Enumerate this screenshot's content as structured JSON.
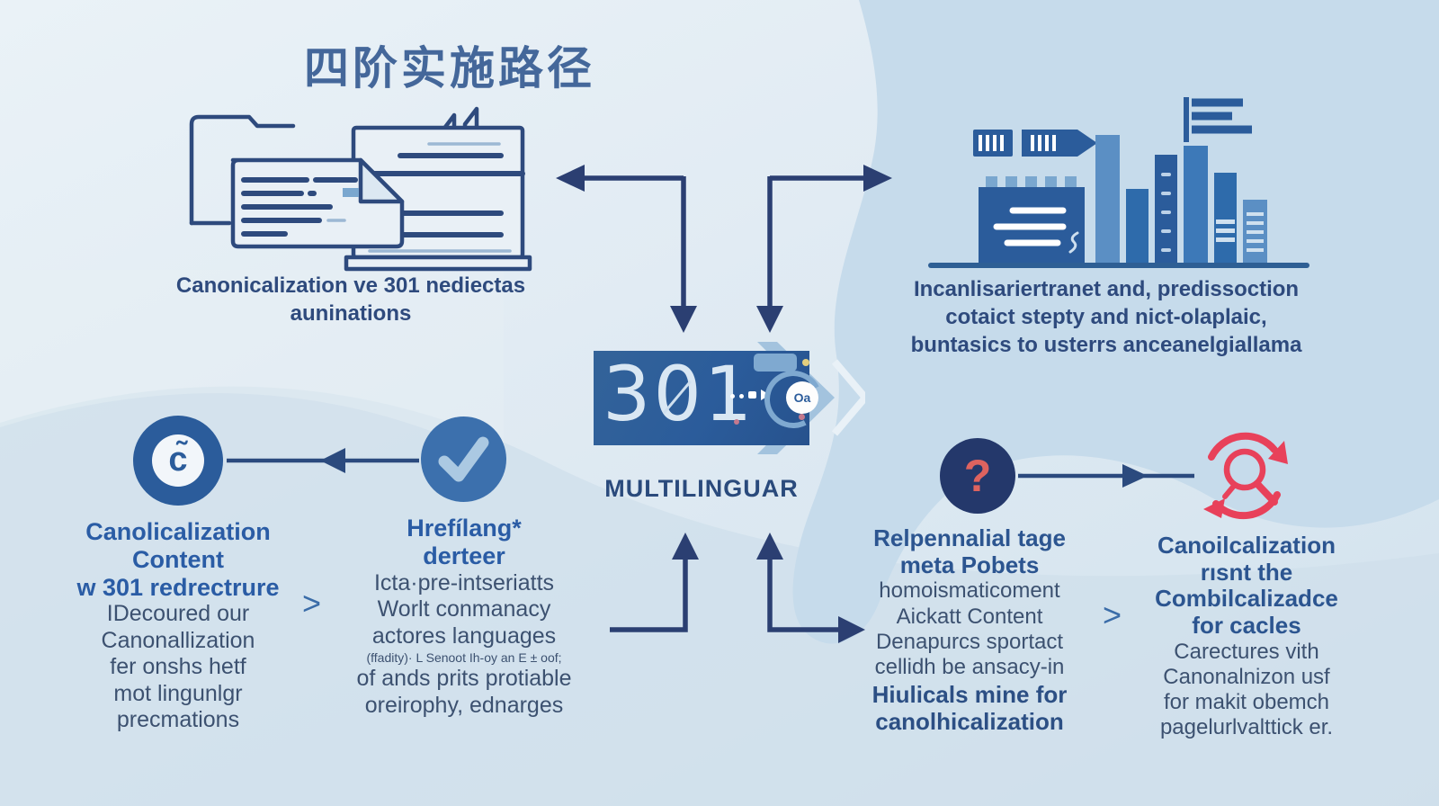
{
  "title": "四阶实施路径",
  "top_left_caption": {
    "line1": "Canonicalization ve 301 nediectas",
    "line2": "auninations"
  },
  "top_right_caption": {
    "line1": "Incanlisariertranet and, predissoction",
    "line2": "cotaict stepty and nict-olaplaic,",
    "line3": "buntasics to usterrs anceanelgiallama"
  },
  "center": {
    "code": "301",
    "gauge_badge": "Oa",
    "label": "MULTILINGUAR"
  },
  "separators": {
    "left": ">",
    "right": ">"
  },
  "steps": {
    "step1": {
      "icon": "c-circle-icon",
      "icon_glyph": "c̃",
      "heading": [
        "Canolicalization",
        "Content",
        "w 301 redrectrure"
      ],
      "body": [
        "IDecoured our",
        "Canonallization",
        "fer onshs hetf",
        "mot lingunlgr",
        "precmations"
      ]
    },
    "step2": {
      "icon": "checkmark-icon",
      "heading": [
        "Hrefílang*",
        "derteer"
      ],
      "body": [
        "Icta·pre-intseriatts",
        "Worlt conmanacy",
        "actores languages"
      ],
      "fine_print": "(ffadity)· L Senoot Ih-oy an E ± oof;",
      "body2": [
        "of ands prits protiable",
        "oreirophy, ednarges"
      ]
    },
    "step3": {
      "icon": "question-mark-icon",
      "icon_glyph": "?",
      "heading": [
        "Relpennalial tage",
        "meta Pobets"
      ],
      "body": [
        "homoismaticoment",
        "Aickatt Content",
        "Denapurcs sportact",
        "cellidh be ansacy-in"
      ],
      "emphasis": [
        "Hiulicals mine for",
        "canolhicalization"
      ]
    },
    "step4": {
      "icon": "sync-search-icon",
      "heading": [
        "Canoilcalization",
        "rısnt the",
        "Combilcalizadce",
        "for cacles"
      ],
      "body": [
        "Carectures vith",
        "Canonalnizon usf",
        "for makit obemch",
        "pagelurlvalttick er."
      ]
    }
  },
  "colors": {
    "accent_dark_blue": "#2b5c9b",
    "navy_text": "#2e4a7d",
    "arrow_navy": "#2b3f72",
    "light_blob": "#c6dbeb",
    "red_accent": "#e8415a",
    "question_circle": "#24386b",
    "check_light": "#abc9e2"
  }
}
